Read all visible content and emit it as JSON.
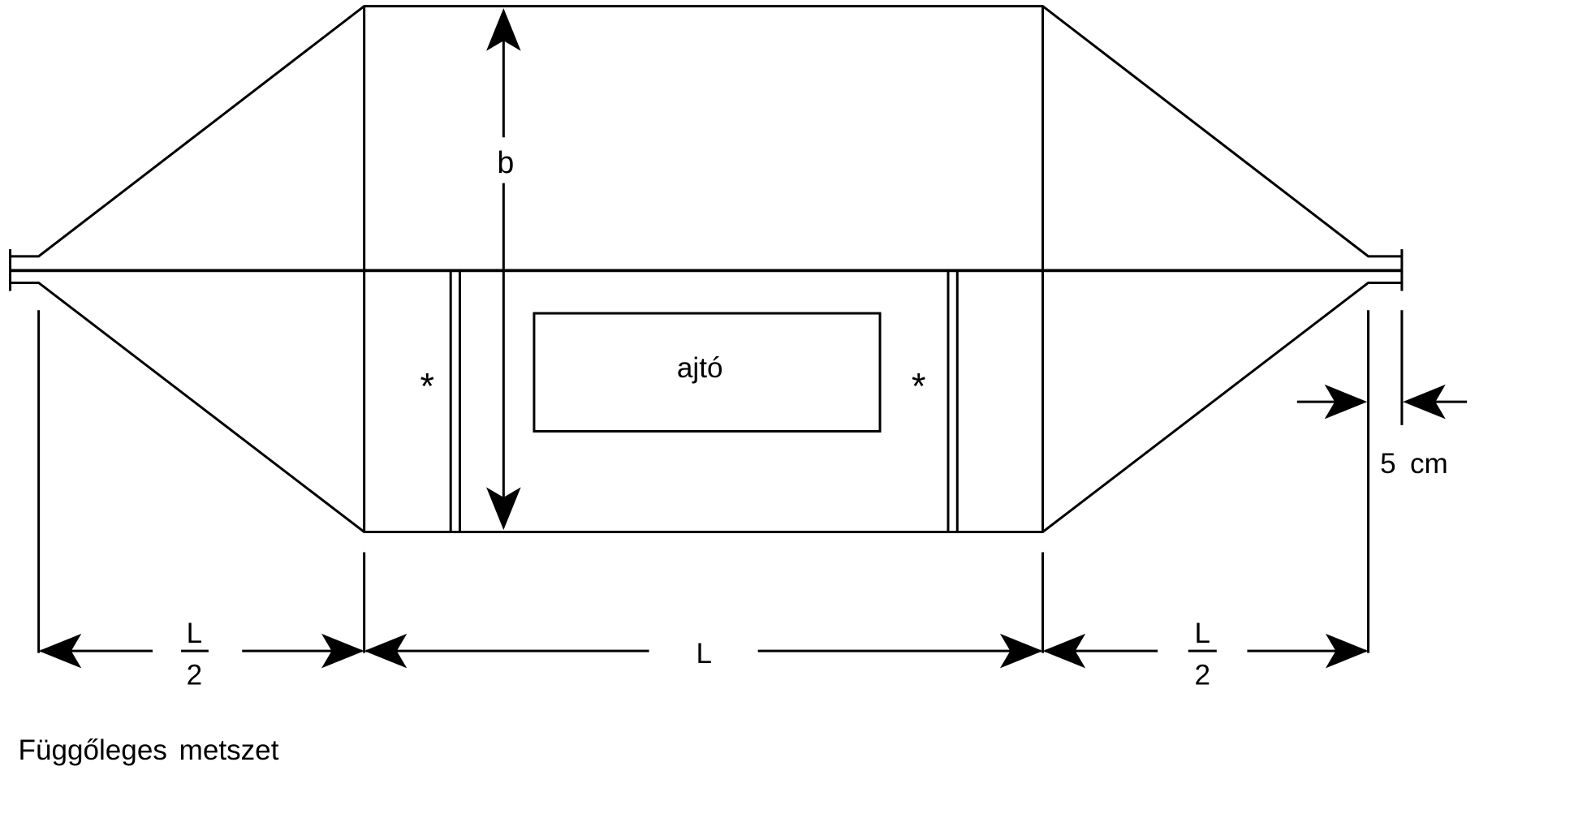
{
  "diagram": {
    "height_label": "b",
    "door_label": "ajtó",
    "marker_left": "*",
    "marker_right": "*",
    "length_label": "L",
    "half_left": {
      "numerator": "L",
      "denominator": "2"
    },
    "half_right": {
      "numerator": "L",
      "denominator": "2"
    },
    "flange_gap_label": "5 cm"
  },
  "caption": "Függőleges metszet"
}
